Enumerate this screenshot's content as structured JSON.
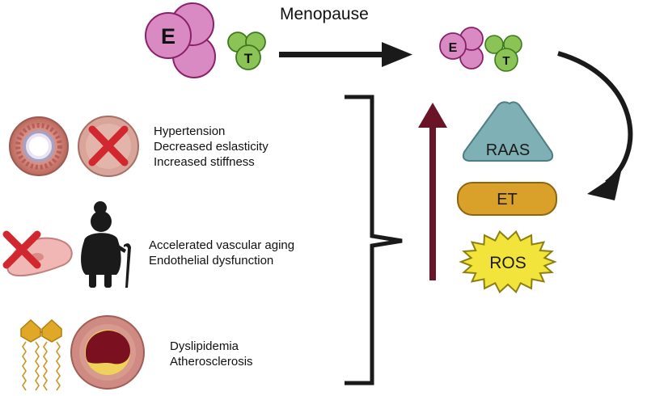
{
  "title": "Menopause",
  "hormones": {
    "estrogen_letter": "E",
    "testosterone_letter": "T"
  },
  "mediators": {
    "triangle": "RAAS",
    "pill": "ET",
    "star": "ROS"
  },
  "effects": {
    "vascular": [
      "Hypertension",
      "Decreased eslasticity",
      "Increased stiffness"
    ],
    "aging": [
      "Accelerated vascular aging",
      "Endothelial dysfunction"
    ],
    "lipid": [
      "Dyslipidemia",
      "Atherosclerosis"
    ]
  },
  "colors": {
    "estrogen_fill": "#d98ac2",
    "estrogen_stroke": "#8a1f6a",
    "testosterone_fill": "#8cc356",
    "testosterone_stroke": "#3e7a1c",
    "arrow_up": "#6a1428",
    "raas_fill": "#7fb0b5",
    "et_fill": "#d9a12a",
    "ros_fill": "#f2e43a",
    "cross": "#d0282e"
  }
}
